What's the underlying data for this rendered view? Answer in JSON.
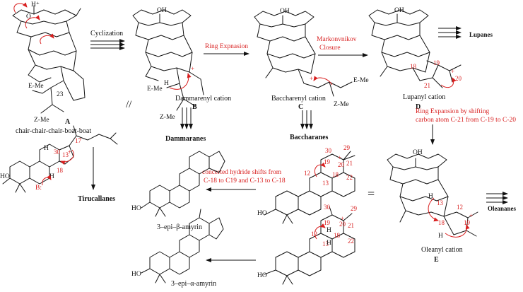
{
  "structures": {
    "A": {
      "letter": "A",
      "caption": "chair-chair-chair-boat-boat",
      "e_me": "E-Me",
      "z_me": "Z-Me",
      "c23": "23",
      "oxygen": "O",
      "h_plus": "H⁺"
    },
    "B": {
      "letter": "B",
      "caption": "Dammarenyl cation",
      "e_me": "E-Me",
      "z_me": "Z-Me",
      "oh": "OH",
      "h": "H",
      "plus": "+"
    },
    "C": {
      "letter": "C",
      "caption": "Baccharenyl cation",
      "e_me": "E-Me",
      "z_me": "Z-Me",
      "oh": "OH",
      "plus": "+"
    },
    "D": {
      "letter": "D",
      "caption": "Lupanyl cation",
      "oh": "OH",
      "n18": "18",
      "n19": "19",
      "n20": "20",
      "n21": "21",
      "plus": "+"
    },
    "E": {
      "letter": "E",
      "caption": "Oleanyl cation",
      "oh": "OH",
      "h1": "H",
      "h2": "H",
      "n12": "12",
      "n13": "13",
      "n18": "18",
      "n19": "19",
      "plus": "+"
    },
    "tiru": {
      "h": "H",
      "ho": "HO",
      "n17": "17",
      "n13": "13",
      "n30": "30",
      "n18": "18",
      "h_b": "H",
      "b": "B:",
      "plus": "+"
    },
    "olean_cat": {
      "ho": "HO",
      "n12": "12",
      "n13": "13",
      "n18": "18",
      "n19": "19",
      "n20": "20",
      "n21": "21",
      "n22": "22",
      "n29": "29",
      "n30": "30",
      "plus": "+"
    },
    "urs_cat": {
      "ho": "HO",
      "n12": "12",
      "n13": "13",
      "n18": "18",
      "n19": "19",
      "n20": "20",
      "n21": "21",
      "n22": "22",
      "n29": "29",
      "n30": "30",
      "h1": "H",
      "h2": "H",
      "plus": "+"
    },
    "beta": {
      "ho": "HO"
    },
    "alpha": {
      "ho": "HO"
    }
  },
  "steps": {
    "cyclization": "Cyclization",
    "ring_expansion": "Ring Expnasion",
    "markovnikov_1": "Markonvnikov",
    "markovnikov_2": "Closure",
    "ring_exp_shift_1": "Ring Expansion by shifting",
    "ring_exp_shift_2": "carbon atom C-21 from C-19 to C-20",
    "hydride_1": "concerted hydride shifts from",
    "hydride_2": "C-18 to C19 and C-13 to C-18",
    "equivalent_sign": "//",
    "equals_sign": "="
  },
  "products": {
    "dammaranes": "Dammaranes",
    "baccharanes": "Baccharanes",
    "lupanes": "Lupanes",
    "oleananes": "Oleananes",
    "tirucallanes": "Tirucallanes",
    "beta_amyrin": "3–epi–β-amyrin",
    "alpha_amyrin": "3–epi–α-amyrin"
  },
  "colors": {
    "arrow_red": "#d81e1e",
    "ink": "#111111",
    "background": "#ffffff"
  }
}
